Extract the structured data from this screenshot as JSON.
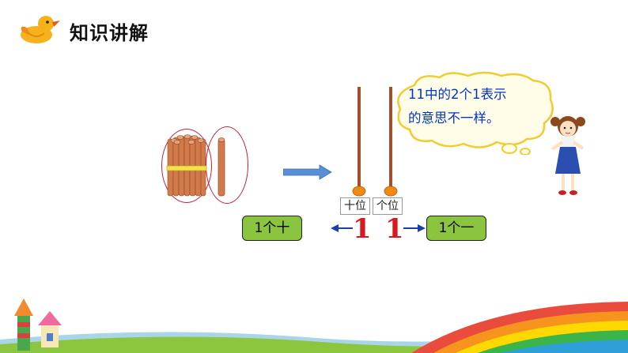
{
  "header": {
    "title": "知识讲解",
    "logo_icon": "duck-icon"
  },
  "abacus": {
    "tens_label": "十位",
    "ones_label": "个位"
  },
  "digits": {
    "tens": "1",
    "ones": "1"
  },
  "boxes": {
    "tens": "1个十",
    "ones": "1个一"
  },
  "bubble": {
    "line1": "11中的2个1表示",
    "line2": "的意思不一样。"
  },
  "colors": {
    "box_green": "#8bc53f",
    "digit_red": "#d71920",
    "bubble_text": "#0033cc",
    "arrow_blue": "#5a8fd6"
  }
}
